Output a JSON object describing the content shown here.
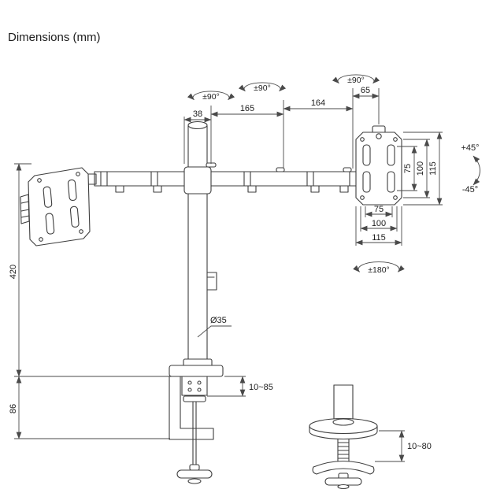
{
  "title": "Dimensions (mm)",
  "colors": {
    "line": "#3d3d3d",
    "dimension_line": "#4a4a4a",
    "text": "#1d1d1d",
    "background": "#ffffff"
  },
  "labels": {
    "rotation_left": "±90°",
    "rotation_mid": "±90°",
    "rotation_right": "±90°",
    "arm_seg_38": "38",
    "arm_seg_165": "165",
    "arm_seg_164": "164",
    "arm_seg_65": "65",
    "tilt_up": "+45°",
    "tilt_down": "-45°",
    "vesa_vert_75": "75",
    "vesa_vert_100": "100",
    "vesa_vert_115": "115",
    "vesa_horiz_75": "75",
    "vesa_horiz_100": "100",
    "vesa_horiz_115": "115",
    "pan_rotation": "±180°",
    "pole_height": "420",
    "base_height": "86",
    "pole_diameter": "Ø35",
    "clamp_thickness_range": "10~85",
    "grommet_thickness_range": "10~80"
  }
}
